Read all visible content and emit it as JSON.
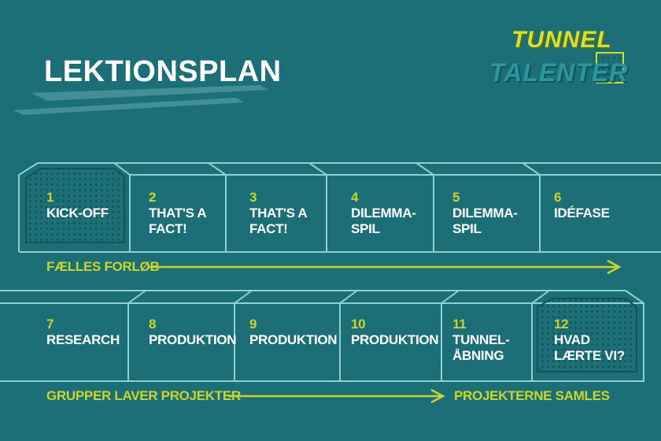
{
  "title": "LEKTIONSPLAN",
  "logo": {
    "line1": "TUNNEL",
    "line2": "TALENTER"
  },
  "row1": {
    "caption": "FÆLLES FORLØB",
    "lessons": [
      {
        "num": "1",
        "label": "KICK-OFF"
      },
      {
        "num": "2",
        "label": "THAT'S A\nFACT!"
      },
      {
        "num": "3",
        "label": "THAT'S A\nFACT!"
      },
      {
        "num": "4",
        "label": "DILEMMA-\nSPIL"
      },
      {
        "num": "5",
        "label": "DILEMMA-\nSPIL"
      },
      {
        "num": "6",
        "label": "IDÉFASE"
      }
    ]
  },
  "row2": {
    "caption_left": "GRUPPER LAVER PROJEKTER",
    "caption_right": "PROJEKTERNE SAMLES",
    "lessons": [
      {
        "num": "7",
        "label": "RESEARCH"
      },
      {
        "num": "8",
        "label": "PRODUKTION"
      },
      {
        "num": "9",
        "label": "PRODUKTION"
      },
      {
        "num": "10",
        "label": "PRODUKTION"
      },
      {
        "num": "11",
        "label": "TUNNEL-\nÅBNING"
      },
      {
        "num": "12",
        "label": "HVAD\nLÆRTE VI?"
      }
    ]
  },
  "colors": {
    "bg": "#1c6e77",
    "line": "#8fd0d3",
    "accent": "#c9d52b"
  }
}
